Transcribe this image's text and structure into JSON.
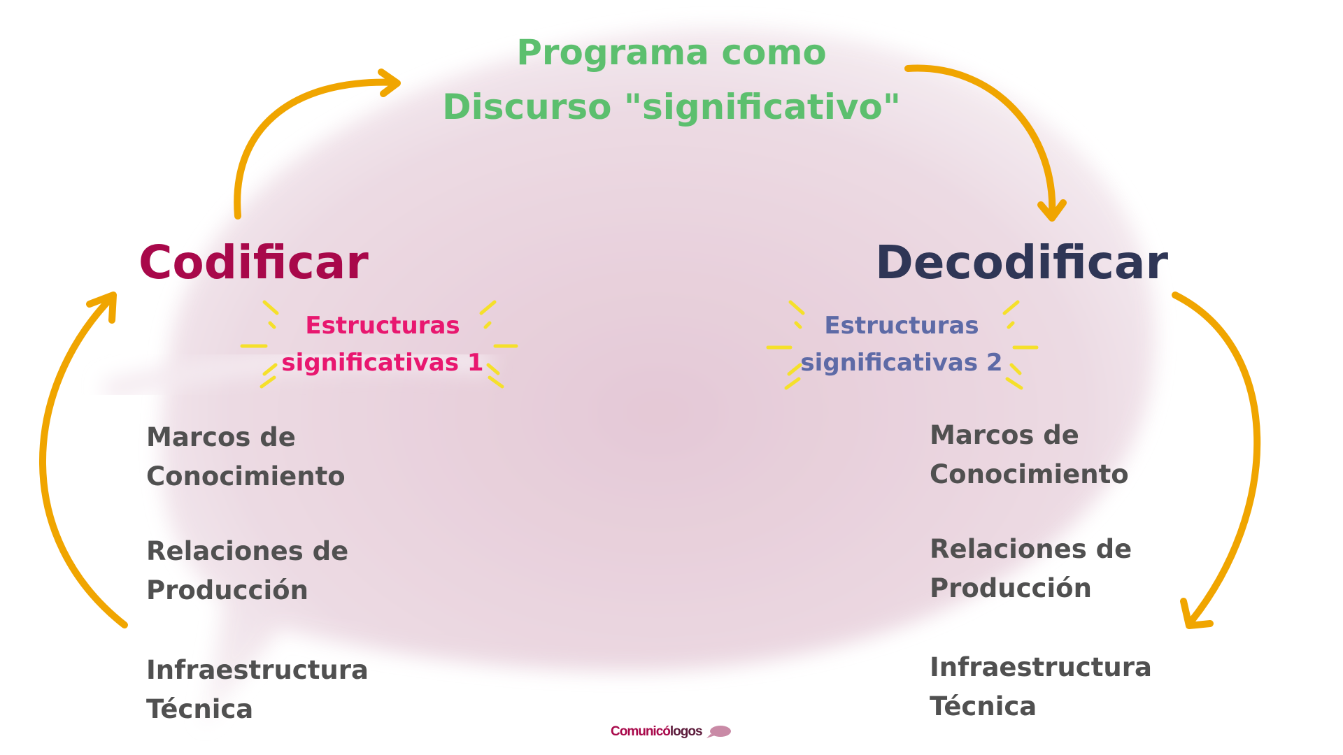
{
  "title": {
    "line1": "Programa como",
    "line2": "Discurso \"significativo\""
  },
  "left": {
    "heading": "Codificar",
    "structures": [
      "Estructuras",
      "significativas 1"
    ],
    "items": [
      [
        "Marcos de",
        "Conocimiento"
      ],
      [
        "Relaciones de",
        "Producción"
      ],
      [
        "Infraestructura",
        "Técnica"
      ]
    ]
  },
  "right": {
    "heading": "Decodificar",
    "structures": [
      "Estructuras",
      "significativas 2"
    ],
    "items": [
      [
        "Marcos de",
        "Conocimiento"
      ],
      [
        "Relaciones de",
        "Producción"
      ],
      [
        "Infraestructura",
        "Técnica"
      ]
    ]
  },
  "logo": {
    "part1": "Comunicó",
    "part2": "logos"
  },
  "colors": {
    "arrow": "#f0a500",
    "sparkle": "#f5e02a",
    "title": "#5cbf6e",
    "encode": "#a8084a",
    "decode": "#2f3656"
  }
}
